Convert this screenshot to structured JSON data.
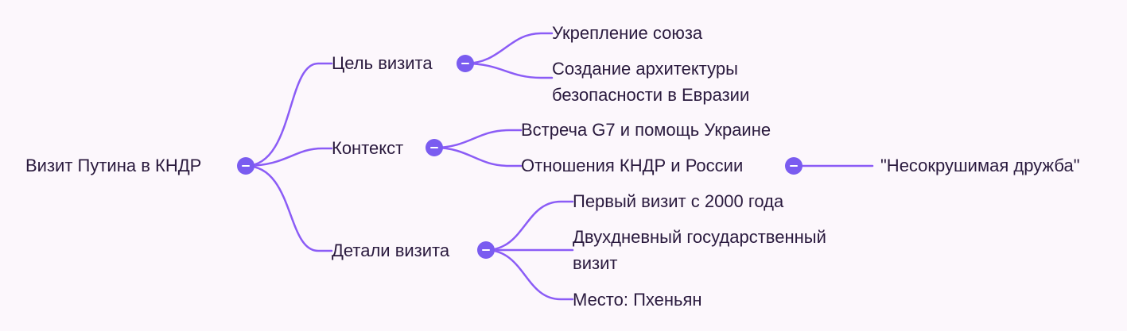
{
  "colors": {
    "line": "#8b5cf6",
    "toggle": "#7a5cf0",
    "text": "#2a1a3e",
    "background": "#fcf7fc"
  },
  "root": {
    "label": "Визит Путина в КНДР"
  },
  "branches": [
    {
      "label": "Цель визита",
      "children": [
        {
          "lines": [
            "Укрепление союза"
          ]
        },
        {
          "lines": [
            "Создание архитектуры",
            "безопасности в Евразии"
          ]
        }
      ]
    },
    {
      "label": "Контекст",
      "children": [
        {
          "lines": [
            "Встреча G7 и помощь Украине"
          ]
        },
        {
          "lines": [
            "Отношения КНДР и России"
          ],
          "children": [
            {
              "lines": [
                "\"Несокрушимая дружба\""
              ]
            }
          ]
        }
      ]
    },
    {
      "label": "Детали визита",
      "children": [
        {
          "lines": [
            "Первый визит с 2000 года"
          ]
        },
        {
          "lines": [
            "Двухдневный государственный",
            "визит"
          ]
        },
        {
          "lines": [
            "Место: Пхеньян"
          ]
        }
      ]
    }
  ],
  "toggle_icon": "minus-circle-icon"
}
